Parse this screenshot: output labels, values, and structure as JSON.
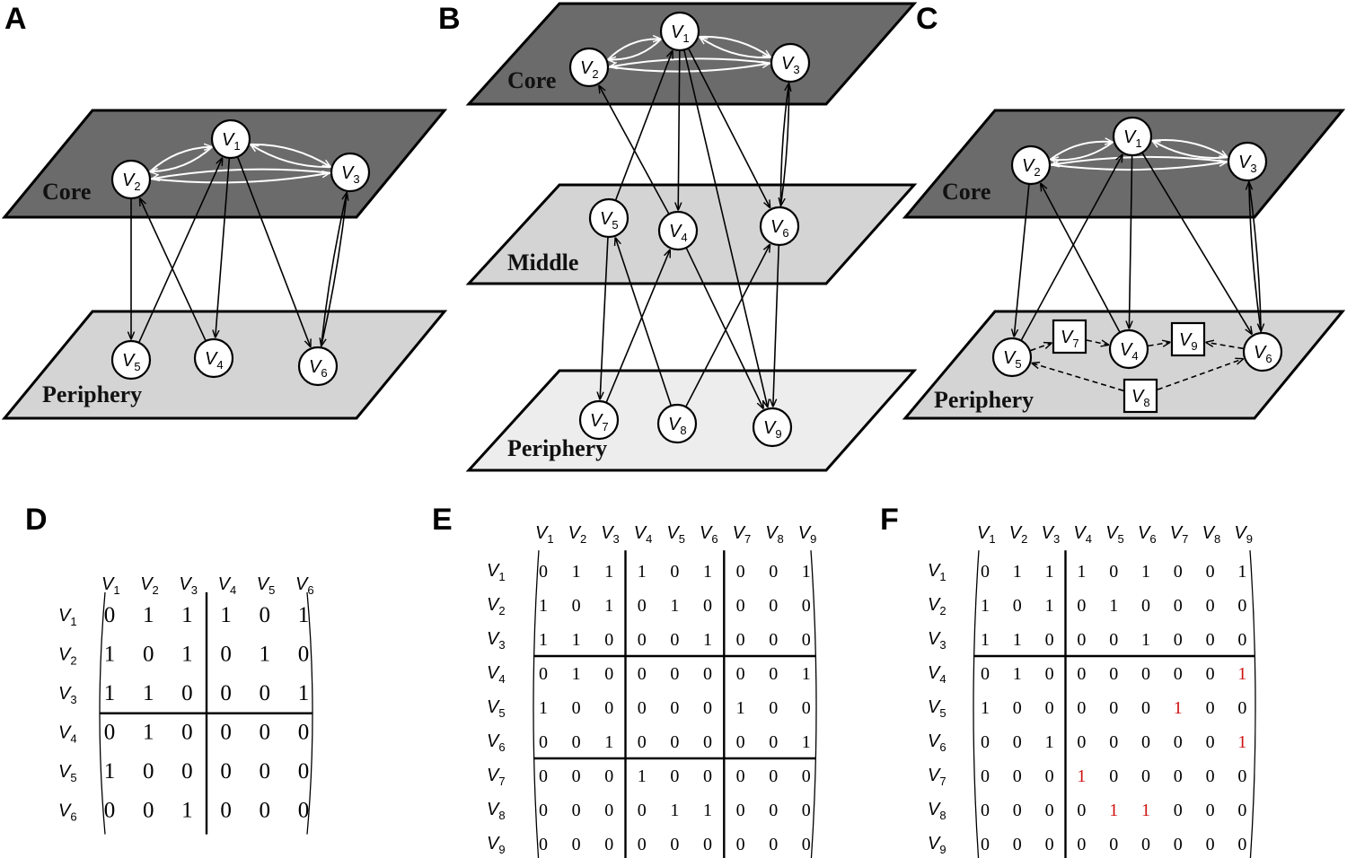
{
  "panels": [
    {
      "letter": "A",
      "layers": [
        {
          "label": "Core",
          "shade": "dark"
        },
        {
          "label": "Periphery",
          "shade": "light"
        }
      ],
      "nodes": [
        {
          "id": "V1",
          "letter": "V",
          "sub": "1",
          "shape": "circle"
        },
        {
          "id": "V2",
          "letter": "V",
          "sub": "2",
          "shape": "circle"
        },
        {
          "id": "V3",
          "letter": "V",
          "sub": "3",
          "shape": "circle"
        },
        {
          "id": "V5",
          "letter": "V",
          "sub": "5",
          "shape": "circle"
        },
        {
          "id": "V4",
          "letter": "V",
          "sub": "4",
          "shape": "circle"
        },
        {
          "id": "V6",
          "letter": "V",
          "sub": "6",
          "shape": "circle"
        }
      ]
    },
    {
      "letter": "B",
      "layers": [
        {
          "label": "Core",
          "shade": "dark"
        },
        {
          "label": "Middle",
          "shade": "light"
        },
        {
          "label": "Periphery",
          "shade": "lighter"
        }
      ],
      "nodes": [
        {
          "id": "V1",
          "letter": "V",
          "sub": "1",
          "shape": "circle"
        },
        {
          "id": "V2",
          "letter": "V",
          "sub": "2",
          "shape": "circle"
        },
        {
          "id": "V3",
          "letter": "V",
          "sub": "3",
          "shape": "circle"
        },
        {
          "id": "V5",
          "letter": "V",
          "sub": "5",
          "shape": "circle"
        },
        {
          "id": "V4",
          "letter": "V",
          "sub": "4",
          "shape": "circle"
        },
        {
          "id": "V6",
          "letter": "V",
          "sub": "6",
          "shape": "circle"
        },
        {
          "id": "V7",
          "letter": "V",
          "sub": "7",
          "shape": "circle"
        },
        {
          "id": "V8",
          "letter": "V",
          "sub": "8",
          "shape": "circle"
        },
        {
          "id": "V9",
          "letter": "V",
          "sub": "9",
          "shape": "circle"
        }
      ]
    },
    {
      "letter": "C",
      "layers": [
        {
          "label": "Core",
          "shade": "dark"
        },
        {
          "label": "Periphery",
          "shade": "light"
        }
      ],
      "nodes": [
        {
          "id": "V1",
          "letter": "V",
          "sub": "1",
          "shape": "circle"
        },
        {
          "id": "V2",
          "letter": "V",
          "sub": "2",
          "shape": "circle"
        },
        {
          "id": "V3",
          "letter": "V",
          "sub": "3",
          "shape": "circle"
        },
        {
          "id": "V5",
          "letter": "V",
          "sub": "5",
          "shape": "circle"
        },
        {
          "id": "V7",
          "letter": "V",
          "sub": "7",
          "shape": "square"
        },
        {
          "id": "V4",
          "letter": "V",
          "sub": "4",
          "shape": "circle"
        },
        {
          "id": "V9",
          "letter": "V",
          "sub": "9",
          "shape": "square"
        },
        {
          "id": "V6",
          "letter": "V",
          "sub": "6",
          "shape": "circle"
        },
        {
          "id": "V8",
          "letter": "V",
          "sub": "8",
          "shape": "square"
        }
      ]
    }
  ],
  "matrices": [
    {
      "letter": "D",
      "labels": [
        "1",
        "2",
        "3",
        "4",
        "5",
        "6"
      ],
      "rows": [
        [
          "0",
          "1",
          "1",
          "1",
          "0",
          "1"
        ],
        [
          "1",
          "0",
          "1",
          "0",
          "1",
          "0"
        ],
        [
          "1",
          "1",
          "0",
          "0",
          "0",
          "1"
        ],
        [
          "0",
          "1",
          "0",
          "0",
          "0",
          "0"
        ],
        [
          "1",
          "0",
          "0",
          "0",
          "0",
          "0"
        ],
        [
          "0",
          "0",
          "1",
          "0",
          "0",
          "0"
        ]
      ],
      "red": []
    },
    {
      "letter": "E",
      "labels": [
        "1",
        "2",
        "3",
        "4",
        "5",
        "6",
        "7",
        "8",
        "9"
      ],
      "rows": [
        [
          "0",
          "1",
          "1",
          "1",
          "0",
          "1",
          "0",
          "0",
          "1"
        ],
        [
          "1",
          "0",
          "1",
          "0",
          "1",
          "0",
          "0",
          "0",
          "0"
        ],
        [
          "1",
          "1",
          "0",
          "0",
          "0",
          "1",
          "0",
          "0",
          "0"
        ],
        [
          "0",
          "1",
          "0",
          "0",
          "0",
          "0",
          "0",
          "0",
          "1"
        ],
        [
          "1",
          "0",
          "0",
          "0",
          "0",
          "0",
          "1",
          "0",
          "0"
        ],
        [
          "0",
          "0",
          "1",
          "0",
          "0",
          "0",
          "0",
          "0",
          "1"
        ],
        [
          "0",
          "0",
          "0",
          "1",
          "0",
          "0",
          "0",
          "0",
          "0"
        ],
        [
          "0",
          "0",
          "0",
          "0",
          "1",
          "1",
          "0",
          "0",
          "0"
        ],
        [
          "0",
          "0",
          "0",
          "0",
          "0",
          "0",
          "0",
          "0",
          "0"
        ]
      ],
      "red": []
    },
    {
      "letter": "F",
      "labels": [
        "1",
        "2",
        "3",
        "4",
        "5",
        "6",
        "7",
        "8",
        "9"
      ],
      "rows": [
        [
          "0",
          "1",
          "1",
          "1",
          "0",
          "1",
          "0",
          "0",
          "1"
        ],
        [
          "1",
          "0",
          "1",
          "0",
          "1",
          "0",
          "0",
          "0",
          "0"
        ],
        [
          "1",
          "1",
          "0",
          "0",
          "0",
          "1",
          "0",
          "0",
          "0"
        ],
        [
          "0",
          "1",
          "0",
          "0",
          "0",
          "0",
          "0",
          "0",
          "1"
        ],
        [
          "1",
          "0",
          "0",
          "0",
          "0",
          "0",
          "1",
          "0",
          "0"
        ],
        [
          "0",
          "0",
          "1",
          "0",
          "0",
          "0",
          "0",
          "0",
          "1"
        ],
        [
          "0",
          "0",
          "0",
          "1",
          "0",
          "0",
          "0",
          "0",
          "0"
        ],
        [
          "0",
          "0",
          "0",
          "0",
          "1",
          "1",
          "0",
          "0",
          "0"
        ],
        [
          "0",
          "0",
          "0",
          "0",
          "0",
          "0",
          "0",
          "0",
          "0"
        ]
      ],
      "red": [
        [
          3,
          8
        ],
        [
          4,
          6
        ],
        [
          5,
          8
        ],
        [
          6,
          3
        ],
        [
          7,
          4
        ],
        [
          7,
          5
        ]
      ]
    }
  ],
  "colors": {
    "core_layer": "#6b6b6b",
    "middle_layer": "#d4d4d4",
    "periphery_layer": "#d4d4d4",
    "periphery_light": "#ededed",
    "highlight": "#d01010"
  }
}
